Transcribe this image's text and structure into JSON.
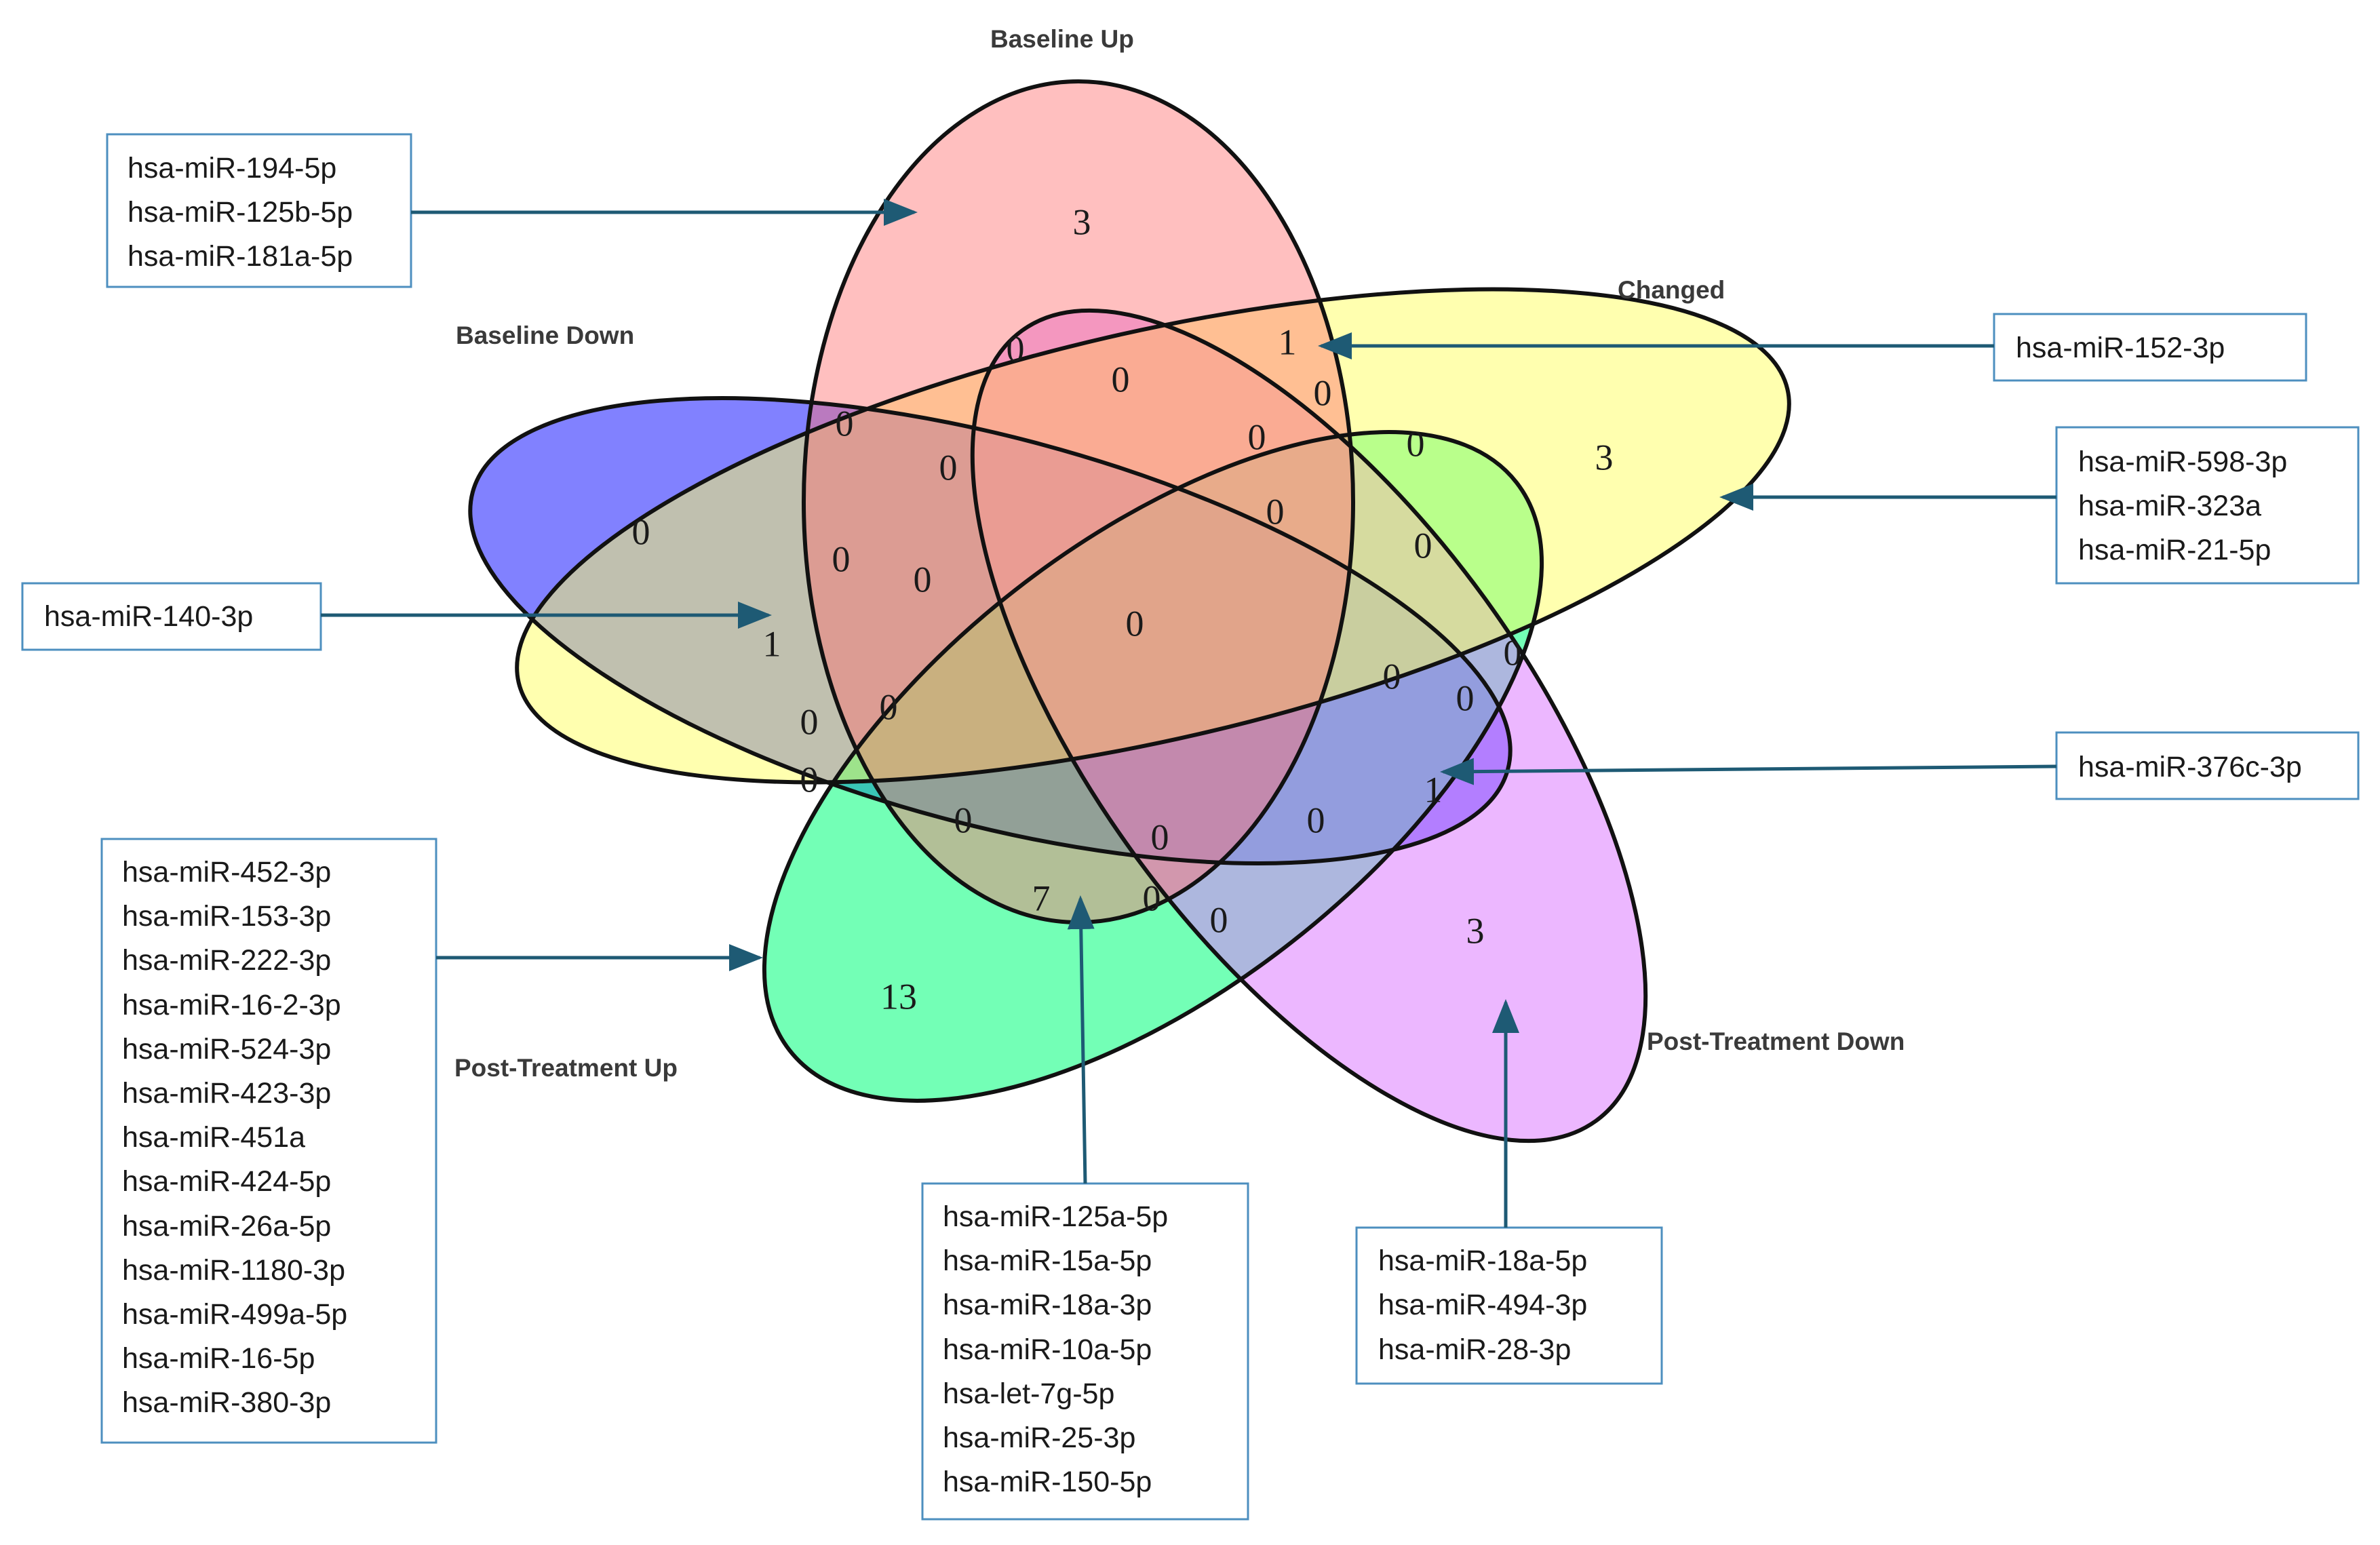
{
  "sets": {
    "baseline_up": {
      "label": "Baseline Up",
      "color": "#ff8080"
    },
    "changed": {
      "label": "Changed",
      "color": "#ffff80"
    },
    "baseline_down": {
      "label": "Baseline Down",
      "color": "#8080ff"
    },
    "post_treatment_up": {
      "label": "Post-Treatment Up",
      "color": "#00ff80"
    },
    "post_treatment_down": {
      "label": "Post-Treatment Down",
      "color": "#e080ff"
    }
  },
  "counts": {
    "baseline_up_only": "3",
    "changed_only": "3",
    "baseline_down_only": "0",
    "post_treatment_up_only": "13",
    "post_treatment_down_only": "3",
    "up_changed": "1",
    "down_changed": "1",
    "ptup_ptdown": "7",
    "changed_ptdown": "1",
    "center": "0",
    "zeros": [
      "0",
      "0",
      "0",
      "0",
      "0",
      "0",
      "0",
      "0",
      "0",
      "0",
      "0",
      "0",
      "0",
      "0",
      "0",
      "0",
      "0",
      "0",
      "0",
      "0",
      "0",
      "0"
    ]
  },
  "lists": {
    "baseline_up_only": [
      "hsa-miR-194-5p",
      "hsa-miR-125b-5p",
      "hsa-miR-181a-5p"
    ],
    "up_changed": [
      "hsa-miR-152-3p"
    ],
    "changed_only": [
      "hsa-miR-598-3p",
      "hsa-miR-323a",
      "hsa-miR-21-5p"
    ],
    "down_changed": [
      "hsa-miR-140-3p"
    ],
    "changed_ptdown": [
      "hsa-miR-376c-3p"
    ],
    "post_treatment_up_only": [
      "hsa-miR-452-3p",
      "hsa-miR-153-3p",
      "hsa-miR-222-3p",
      "hsa-miR-16-2-3p",
      "hsa-miR-524-3p",
      "hsa-miR-423-3p",
      "hsa-miR-451a",
      "hsa-miR-424-5p",
      "hsa-miR-26a-5p",
      "hsa-miR-1180-3p",
      "hsa-miR-499a-5p",
      "hsa-miR-16-5p",
      "hsa-miR-380-3p"
    ],
    "ptup_ptdown": [
      "hsa-miR-125a-5p",
      "hsa-miR-15a-5p",
      "hsa-miR-18a-3p",
      "hsa-miR-10a-5p",
      "hsa-let-7g-5p",
      "hsa-miR-25-3p",
      "hsa-miR-150-5p"
    ],
    "post_treatment_down_only": [
      "hsa-miR-18a-5p",
      "hsa-miR-494-3p",
      "hsa-miR-28-3p"
    ]
  },
  "colors": {
    "outline": "#111111",
    "box_border": "#4d8fbf",
    "arrow": "#1e5a74"
  }
}
